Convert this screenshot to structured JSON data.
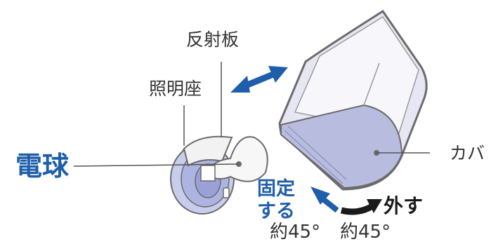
{
  "labels": {
    "reflector": "反射板",
    "lamp_base": "照明座",
    "bulb": "電球",
    "cover": "カバ",
    "fix_line1": "固定",
    "fix_line2": "する",
    "remove": "外す",
    "angle_left": "約45°",
    "angle_right": "約45°"
  },
  "colors": {
    "accent_blue": "#1e5eaa",
    "arrow_blue": "#1e5eaa",
    "arrow_black": "#1a1a1a",
    "cover_light": "#e6e7f3",
    "cover_shade": "#b8bde0",
    "outline": "#6b6b6b"
  }
}
